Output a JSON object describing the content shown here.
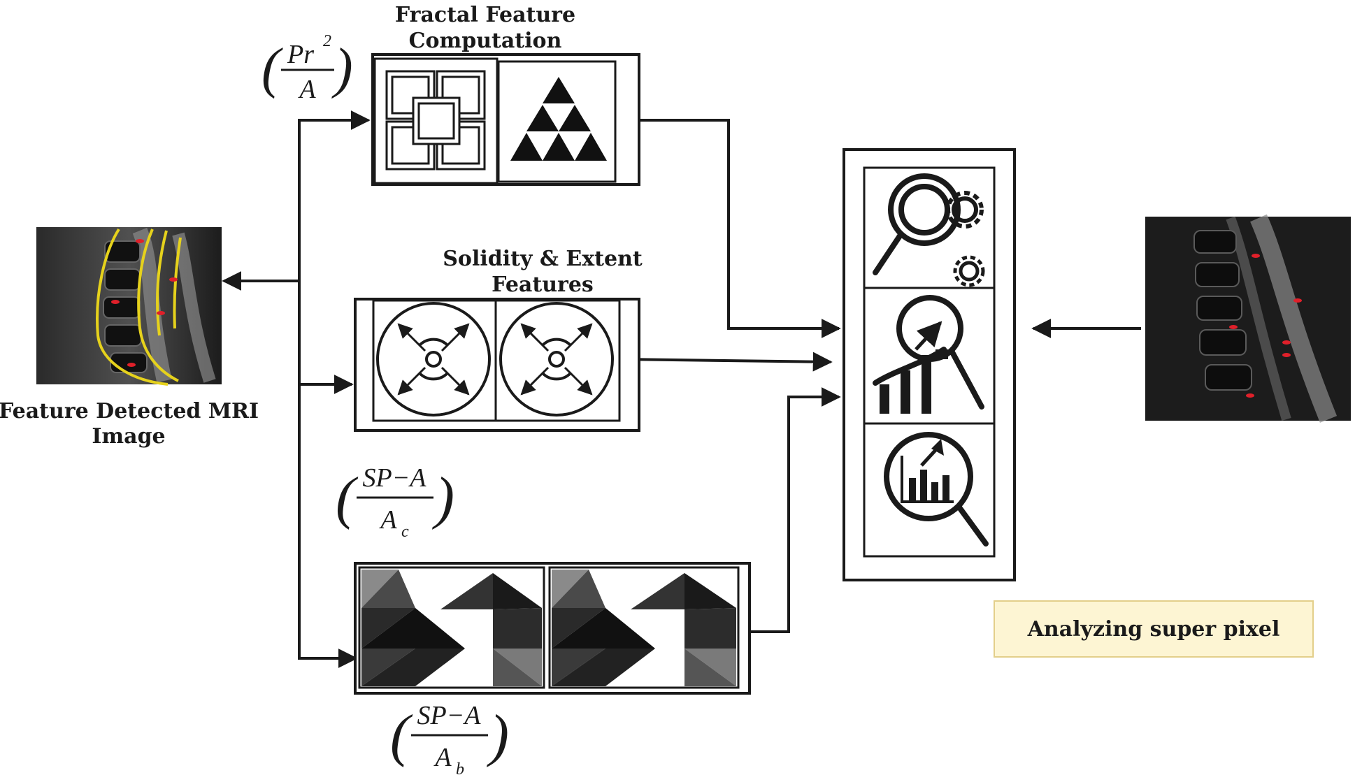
{
  "left_image": {
    "caption_line1": "Feature Detected MRI",
    "caption_line2": "Image"
  },
  "fractal": {
    "title_line1": "Fractal Feature",
    "title_line2": "Computation"
  },
  "solidity": {
    "title_line1": "Solidity & Extent",
    "title_line2": "Features"
  },
  "formulas": {
    "fractal": {
      "numerator": "Pr",
      "exponent": "2",
      "denominator": "A"
    },
    "solidity": {
      "numerator": "SP−A",
      "denominator": "A",
      "denominator_sub": "c"
    },
    "extent": {
      "numerator": "SP−A",
      "denominator": "A",
      "denominator_sub": "b"
    }
  },
  "analysis_label": "Analyzing super pixel",
  "colors": {
    "line": "#1a1a1a",
    "label_box_fill": "#fdf5d3",
    "label_box_border": "#e3cf8a",
    "mri_highlight": "#e6d21c",
    "mri_spot": "#e0202a"
  },
  "icons": [
    "fractal-squares-icon",
    "sierpinski-triangle-icon",
    "expand-arrows-icon",
    "tangram-icon",
    "magnifier-gear-icon",
    "magnifier-growth-chart-icon",
    "magnifier-bar-chart-icon"
  ]
}
